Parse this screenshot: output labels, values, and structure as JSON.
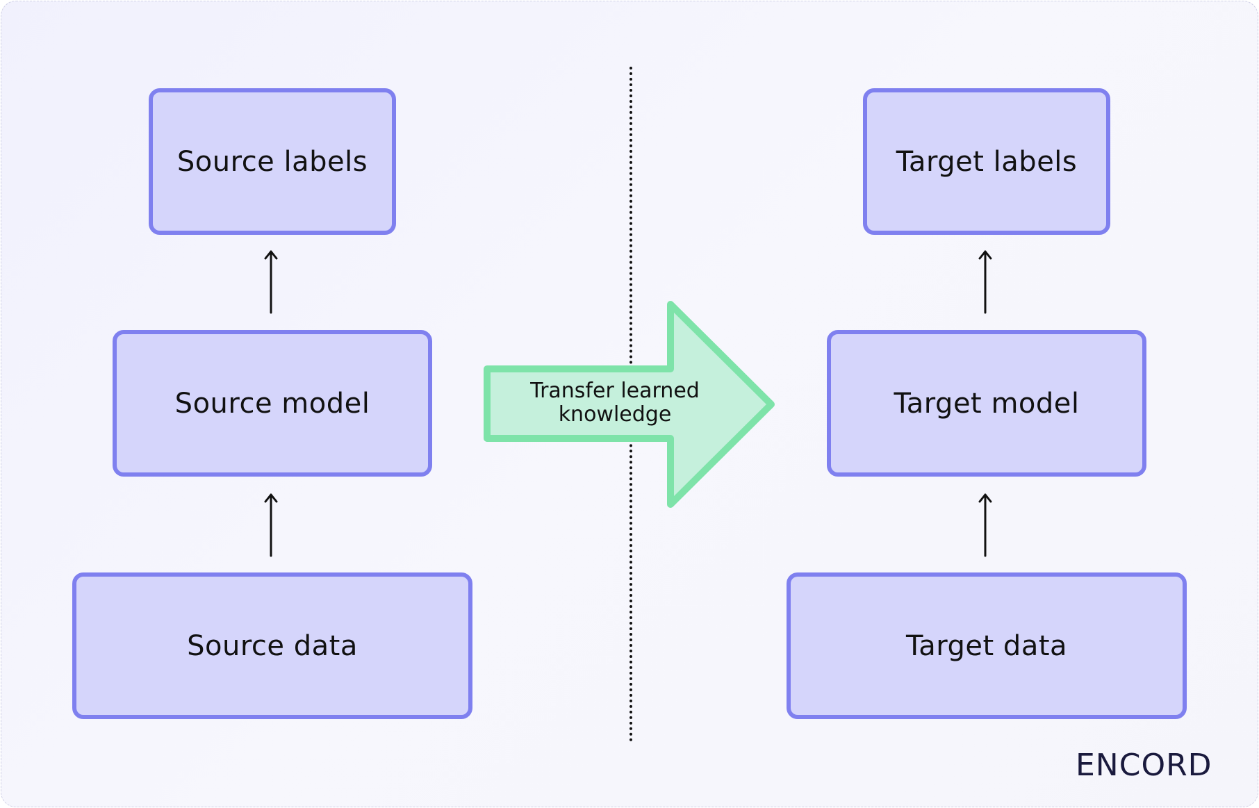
{
  "diagram": {
    "source": {
      "labels": "Source labels",
      "model": "Source model",
      "data": "Source data"
    },
    "target": {
      "labels": "Target labels",
      "model": "Target model",
      "data": "Target data"
    },
    "transfer": {
      "line1": "Transfer learned",
      "line2": "knowledge"
    }
  },
  "brand": {
    "logo_text": "ENCORD"
  },
  "colors": {
    "box_fill": "#d5d5fb",
    "box_border": "#7f80ef",
    "arrow_fill": "#c5f0dc",
    "arrow_border": "#7ee3a9",
    "background": "#f3f3fc"
  }
}
